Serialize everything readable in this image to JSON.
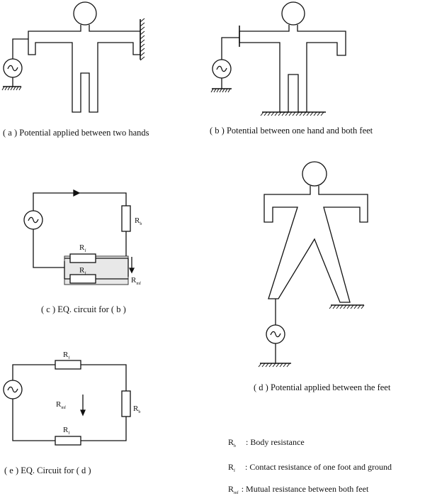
{
  "captions": {
    "a": "( a ) Potential applied between two hands",
    "b": "( b ) Potential between one hand and both feet",
    "c": "( c ) EQ. circuit for ( b )",
    "d": "( d ) Potential applied between the feet",
    "e": "( e ) EQ. Circuit for ( d )"
  },
  "labels": {
    "r": "R",
    "sub_b": "b",
    "sub_f": "f",
    "sub_mf": "mf"
  },
  "legend": [
    {
      "symbol": "R",
      "sub": "b",
      "text": ": Body resistance"
    },
    {
      "symbol": "R",
      "sub": "f",
      "text": ": Contact resistance of one foot and ground"
    },
    {
      "symbol": "R",
      "sub": "mf",
      "text": ": Mutual resistance between both feet"
    }
  ],
  "icons": {
    "source": "ac-source-icon",
    "ground": "ground-icon"
  }
}
